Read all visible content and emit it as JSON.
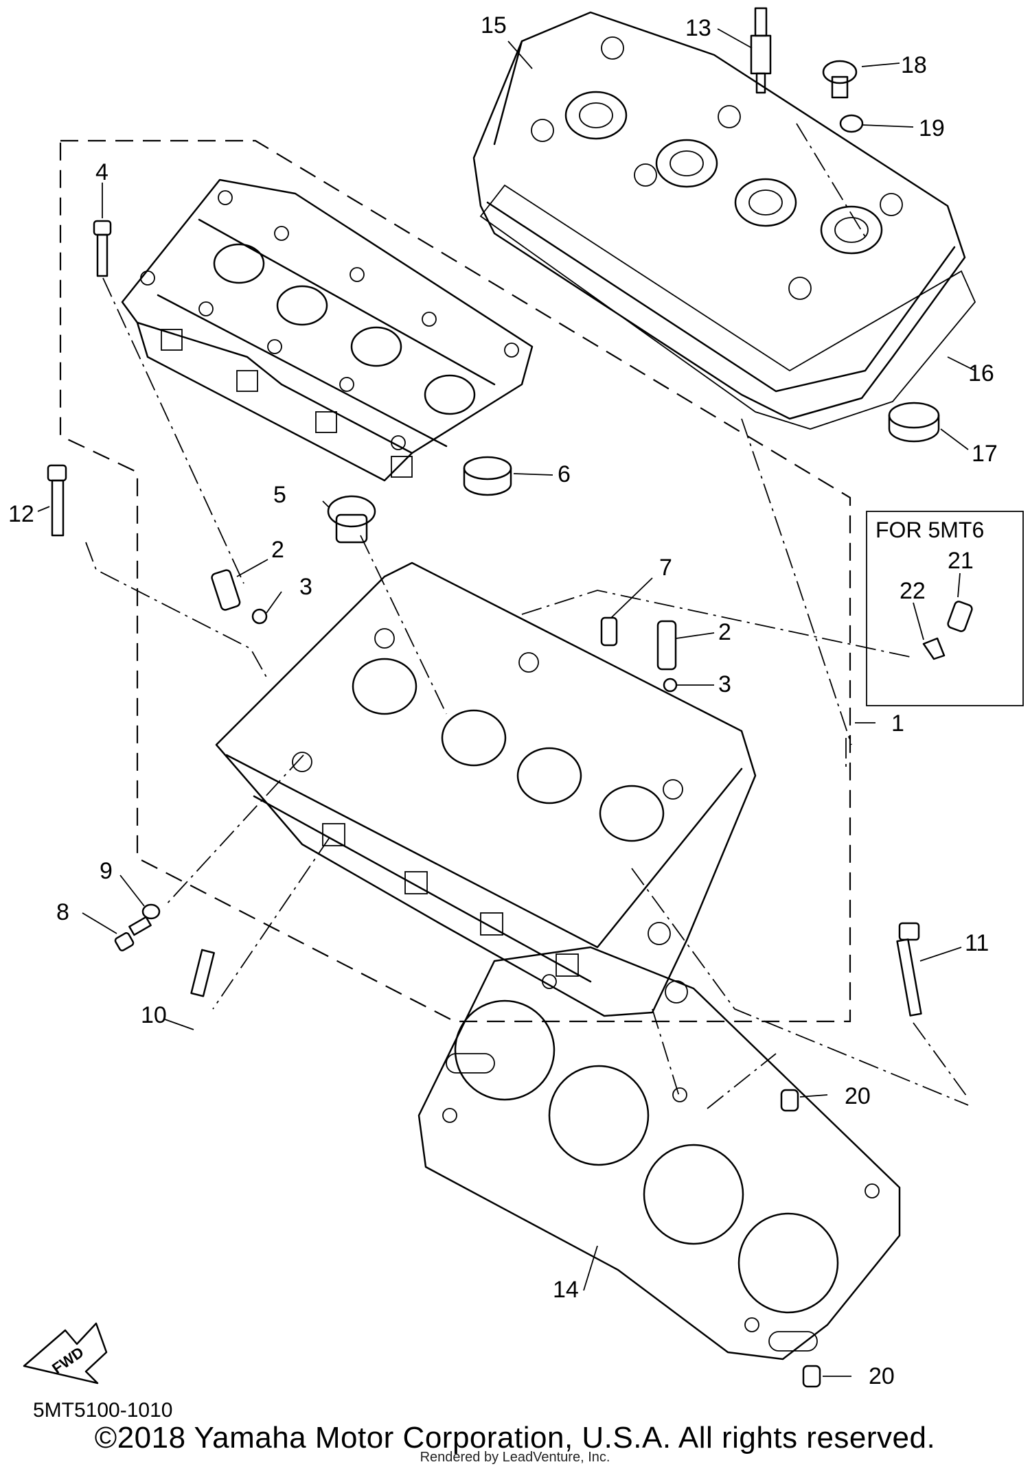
{
  "diagram": {
    "callouts": [
      "1",
      "2",
      "2",
      "3",
      "3",
      "4",
      "5",
      "6",
      "7",
      "8",
      "9",
      "10",
      "11",
      "12",
      "13",
      "14",
      "15",
      "16",
      "17",
      "18",
      "19",
      "20",
      "20",
      "21",
      "22"
    ],
    "inset_title": "FOR 5MT6",
    "fwd_label": "FWD"
  },
  "footer": {
    "part_code": "5MT5100-1010",
    "copyright": "©2018 Yamaha Motor Corporation, U.S.A. All rights reserved.",
    "rendered_by": "Rendered by LeadVenture, Inc."
  }
}
